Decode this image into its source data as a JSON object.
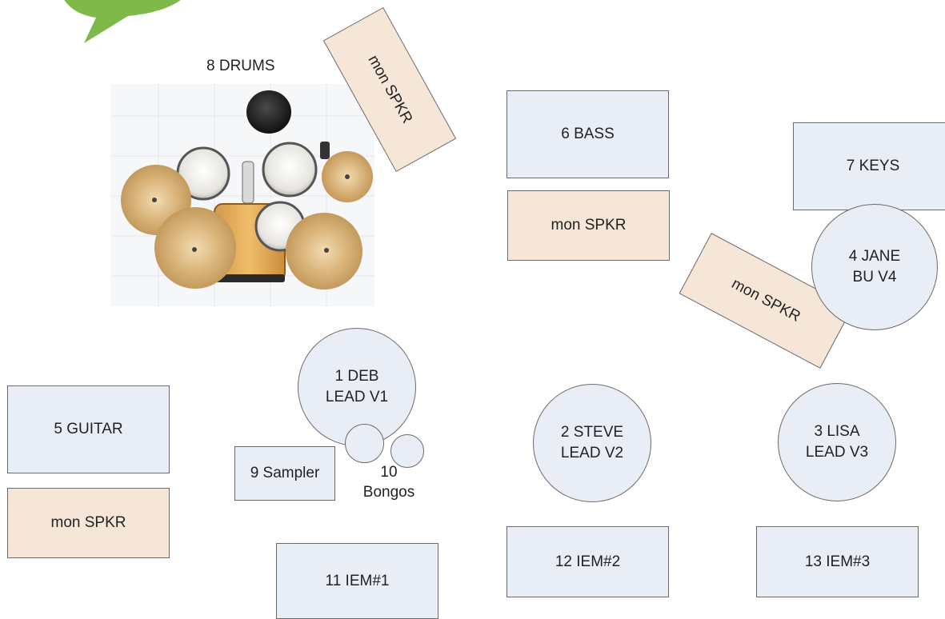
{
  "colors": {
    "instrument_fill": "#e9eef6",
    "monitor_fill": "#f6e6d8",
    "outline": "#6b6b6b",
    "logo": "#7fb94a"
  },
  "icons": {
    "logo": "speech-bubble-logo",
    "drums": "drum-kit-illustration"
  },
  "drums": {
    "label": "8 DRUMS"
  },
  "monitors": {
    "drums": "mon SPKR",
    "bass": "mon SPKR",
    "keys": "mon SPKR",
    "guitar": "mon SPKR"
  },
  "stations": {
    "bass": "6 BASS",
    "keys": "7 KEYS",
    "jane": "4 JANE\nBU V4",
    "deb": "1 DEB\nLEAD V1",
    "steve": "2 STEVE\nLEAD V2",
    "lisa": "3 LISA\nLEAD V3",
    "guitar": "5 GUITAR",
    "sampler": "9 Sampler",
    "bongos": "10\nBongos",
    "iem1": "11 IEM#1",
    "iem2": "12 IEM#2",
    "iem3": "13 IEM#3"
  }
}
